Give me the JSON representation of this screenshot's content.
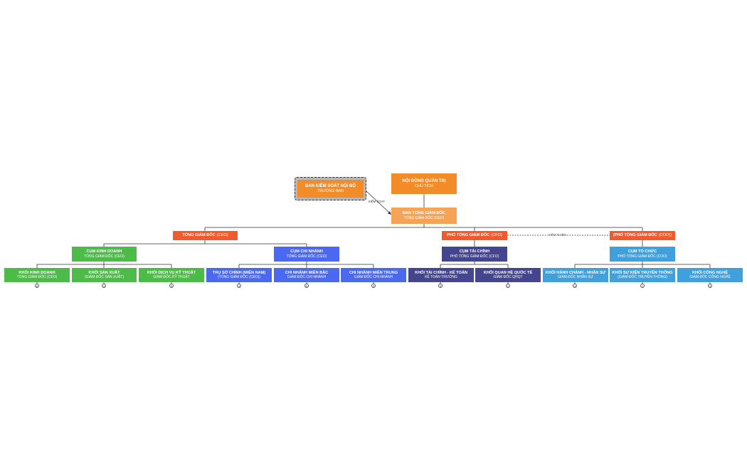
{
  "colors": {
    "orange": "#f28c28",
    "orange_light": "#f5a456",
    "red_orange": "#f15a2c",
    "green": "#4cbb47",
    "blue": "#4a68f0",
    "navy": "#45458f",
    "sky": "#3fa0db",
    "line": "#333333"
  },
  "labels": {
    "control": "KIỂM SOÁT",
    "concurrent": "KIÊM NHIỆM"
  },
  "nodes": {
    "board": {
      "title": "HỘI ĐỒNG QUẢN TRỊ",
      "subtitle": "CHỦ TỊCH"
    },
    "audit": {
      "title": "BAN KIỂM SOÁT NỘI BỘ",
      "subtitle": "TRƯỞNG BAN"
    },
    "executive": {
      "title": "BAN TỔNG GIÁM ĐỐC",
      "subtitle": "TỔNG GIÁM ĐỐC (CEO)"
    },
    "ceo": {
      "title": "TỔNG GIÁM ĐỐC",
      "subtitle": "(CEO)"
    },
    "cfo": {
      "title": "PHÓ TỔNG GIÁM ĐỐC",
      "subtitle": "(CFO)"
    },
    "coo": {
      "title": "(PHÓ TỔNG GIÁM ĐỐC",
      "subtitle": "(COO))"
    },
    "cluster_business": {
      "title": "CỤM KINH DOANH",
      "subtitle": "TỔNG GIÁM ĐỐC (CEO)"
    },
    "cluster_branch": {
      "title": "CỤM CHI NHÁNH",
      "subtitle": "TỔNG GIÁM ĐỐC (CEO)"
    },
    "cluster_finance": {
      "title": "CỤM TÀI CHÍNH",
      "subtitle": "PHÓ TỔNG GIÁM ĐỐC (CFO)"
    },
    "cluster_org": {
      "title": "CỤM TỔ CHỨC",
      "subtitle": "PHÓ TỔNG GIÁM ĐỐC (COO)"
    },
    "unit_sales": {
      "title": "KHỐI KINH DOANH",
      "subtitle": "TỔNG GIÁM ĐỐC (CEO)",
      "badge": "6"
    },
    "unit_production": {
      "title": "KHỐI SẢN XUẤT",
      "subtitle": "(GIÁM ĐỐC SẢN XUẤT)",
      "badge": "4"
    },
    "unit_tech_service": {
      "title": "KHỐI DỊCH VỤ KỸ THUẬT",
      "subtitle": "GIÁM ĐỐC KỸ THUẬT",
      "badge": "5"
    },
    "unit_hq": {
      "title": "TRỤ SỞ CHÍNH (MIỀN NAM)",
      "subtitle": "(TỔNG GIÁM ĐỐC (CEO))",
      "badge": "4"
    },
    "unit_north": {
      "title": "CHI NHÁNH MIỀN BẮC",
      "subtitle": "GIÁM ĐỐC CHI NHÁNH",
      "badge": "5"
    },
    "unit_central": {
      "title": "CHI NHÁNH MIỀN TRUNG",
      "subtitle": "GIÁM ĐỐC CHI NHÁNH",
      "badge": "3"
    },
    "unit_accounting": {
      "title": "KHỐI TÀI CHÍNH - KẾ TOÁN",
      "subtitle": "KẾ TOÁN TRƯỞNG",
      "badge": "3"
    },
    "unit_intl": {
      "title": "KHỐI QUAN HỆ QUỐC TẾ",
      "subtitle": "GIÁM ĐỐC QHQT",
      "badge": "1"
    },
    "unit_hr": {
      "title": "KHỐI HÀNH CHÁNH - NHÂN SỰ",
      "subtitle": "GIÁM ĐỐC NHÂN SỰ",
      "badge": "4"
    },
    "unit_media": {
      "title": "KHỐI SỰ KIỆN TRUYỀN THÔNG",
      "subtitle": "(GIÁM ĐỐC TRUYỀN THÔNG)",
      "badge": "1"
    },
    "unit_it": {
      "title": "KHỐI CÔNG NGHỆ",
      "subtitle": "GIÁM ĐỐC CÔNG NGHỆ",
      "badge": "3"
    }
  }
}
